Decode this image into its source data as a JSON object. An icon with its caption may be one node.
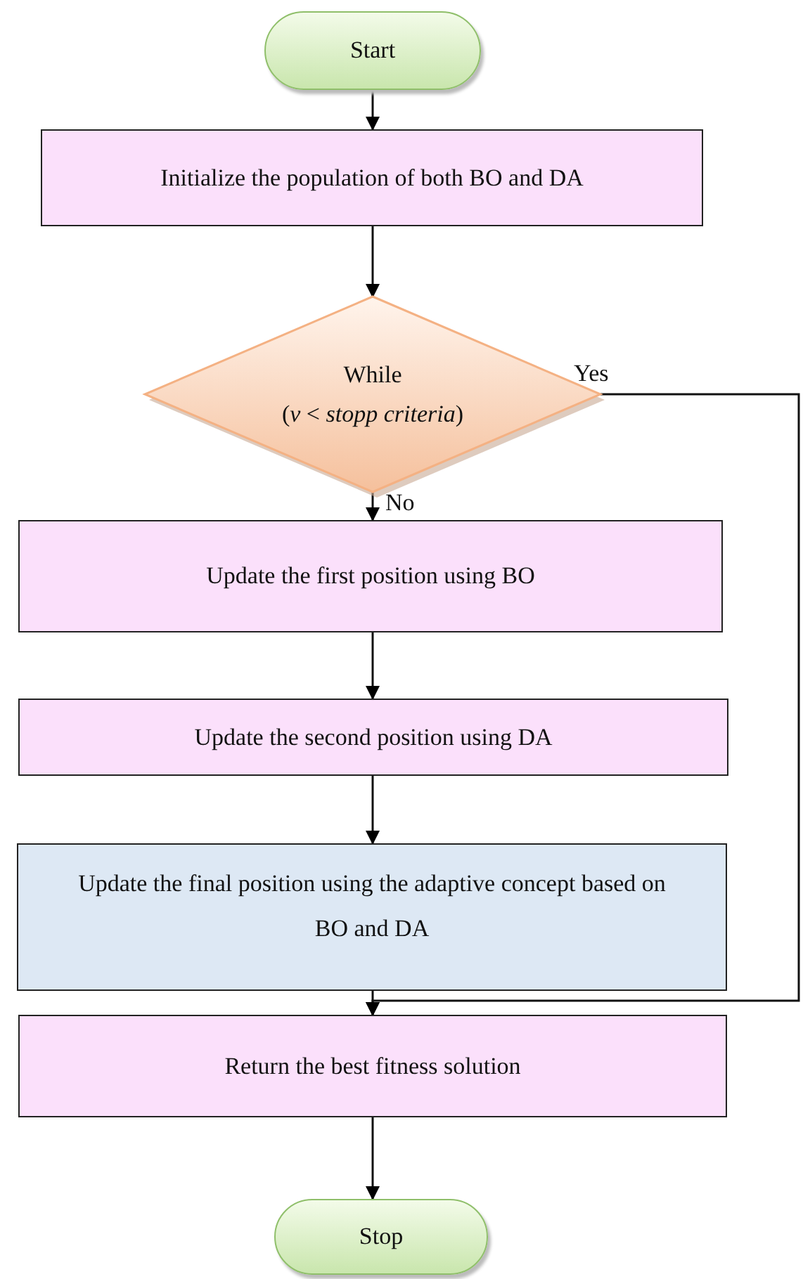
{
  "diagram": {
    "nodes": [
      {
        "text": [
          "Start"
        ]
      },
      {
        "text": [
          "Initialize the population of both BO and DA"
        ]
      },
      {
        "text": [
          "While",
          "(*v* < *stopp criteria*)"
        ]
      },
      {
        "text": [
          "Update the first position using BO"
        ]
      },
      {
        "text": [
          "Update the second position using DA"
        ]
      },
      {
        "text": [
          "Update the final position using the adaptive concept based on BO and DA"
        ]
      },
      {
        "text": [
          "Return the best fitness solution"
        ]
      },
      {
        "text": [
          "Stop"
        ]
      }
    ],
    "edges": [
      {
        "from": 0,
        "to": 1,
        "arrow": "to"
      },
      {
        "from": 1,
        "to": 2,
        "arrow": "to"
      },
      {
        "from": 2,
        "to": 3,
        "arrow": "to",
        "label": "No"
      },
      {
        "from": 3,
        "to": 4,
        "arrow": "to"
      },
      {
        "from": 4,
        "to": 5,
        "arrow": "to"
      },
      {
        "from": 5,
        "to": 6,
        "arrow": "to"
      },
      {
        "from": 2,
        "to": 6,
        "arrow": "to",
        "label": "Yes"
      },
      {
        "from": 6,
        "to": 7,
        "arrow": "to"
      }
    ]
  }
}
